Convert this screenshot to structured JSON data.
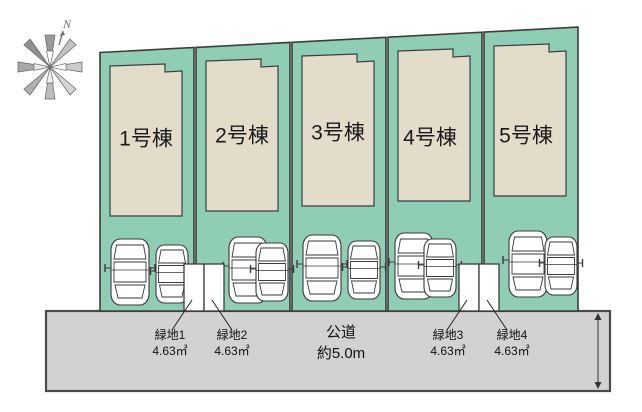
{
  "figure": {
    "kind": "site-plan",
    "title_visible": false,
    "background_color": "#ffffff"
  },
  "colors": {
    "parcel_green": "#8FCDB5",
    "building_fill": "#E3DCCB",
    "road_gray": "#D2D2D2",
    "outline_dark": "#4A4A4A",
    "line_black": "#222222",
    "compass_gray": "#7d7d7d",
    "text_dark": "#111111",
    "green_space_fill": "#FFFFFF"
  },
  "compass": {
    "label": "N",
    "name": "north-arrow"
  },
  "lots": [
    {
      "id": "lot-1",
      "label": "1号棟"
    },
    {
      "id": "lot-2",
      "label": "2号棟"
    },
    {
      "id": "lot-3",
      "label": "3号棟"
    },
    {
      "id": "lot-4",
      "label": "4号棟"
    },
    {
      "id": "lot-5",
      "label": "5号棟"
    }
  ],
  "green_spaces": [
    {
      "id": "green-1",
      "name": "緑地1",
      "area": "4.63㎡"
    },
    {
      "id": "green-2",
      "name": "緑地2",
      "area": "4.63㎡"
    },
    {
      "id": "green-3",
      "name": "緑地3",
      "area": "4.63㎡"
    },
    {
      "id": "green-4",
      "name": "緑地4",
      "area": "4.63㎡"
    }
  ],
  "road": {
    "name": "公道",
    "width_label": "約5.0m"
  },
  "parking": {
    "cars_per_lot": 2,
    "note_visible": false
  }
}
